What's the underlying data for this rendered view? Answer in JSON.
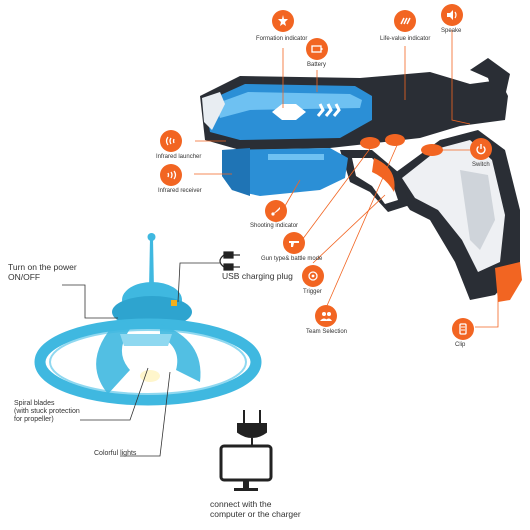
{
  "gun_labels": {
    "formation_indicator": "Formation indicator",
    "battery": "Battery",
    "life_value_indicator": "Life-value indicator",
    "speaker": "Speake",
    "infrared_launcher": "Infrared launcher",
    "infrared_receiver": "Infrared receiver",
    "switch": "Switch",
    "shooting_indicator": "Shooting indicator",
    "gun_type_battle_mode": "Gun type& battle mode",
    "trigger": "Trigger",
    "team_selection": "Team Selection",
    "clip": "Clip"
  },
  "drone_labels": {
    "power": [
      "Turn on the power",
      "ON/OFF"
    ],
    "usb": "USB charging plug",
    "blades": [
      "Spiral blades",
      "(with stuck protection",
      " for propeller)"
    ],
    "lights": "Colorful lights",
    "connect": [
      "connect with the",
      "computer or the charger"
    ]
  },
  "colors": {
    "accent_orange": "#f26522",
    "gun_blue": "#2b8fd6",
    "drone_blue": "#3fb8e0",
    "dark": "#2a2e35"
  }
}
